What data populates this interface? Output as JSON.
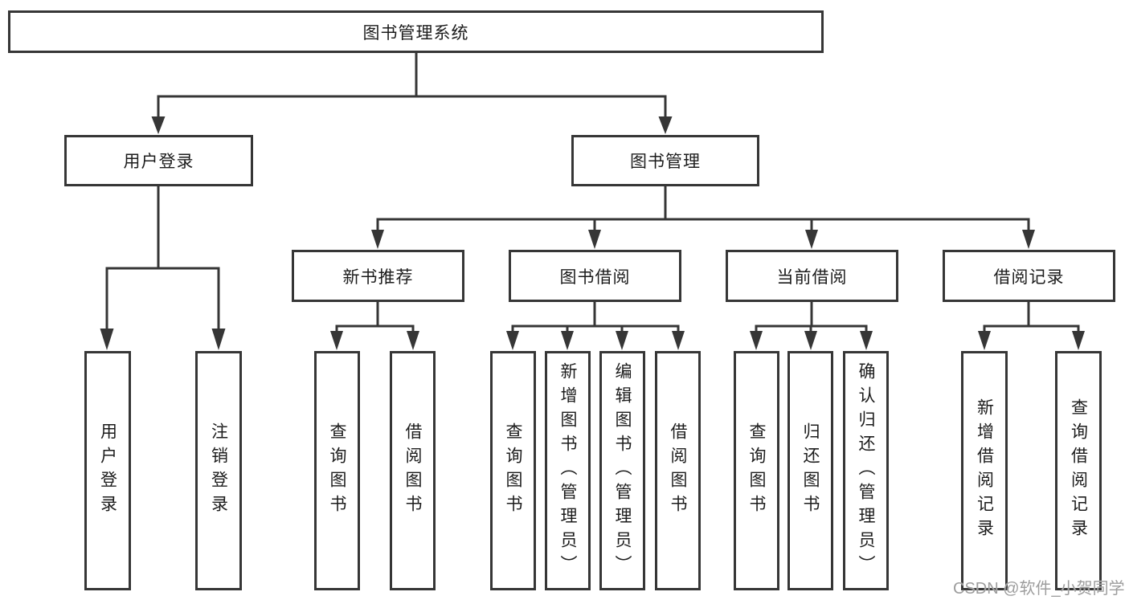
{
  "tree": {
    "root": "图书管理系统",
    "branches": [
      {
        "label": "用户登录",
        "leaves": [
          "用户登录",
          "注销登录"
        ]
      },
      {
        "label": "图书管理",
        "groups": [
          {
            "label": "新书推荐",
            "leaves": [
              "查询图书",
              "借阅图书"
            ]
          },
          {
            "label": "图书借阅",
            "leaves": [
              "查询图书",
              "新增图书（管理员）",
              "编辑图书（管理员）",
              "借阅图书"
            ]
          },
          {
            "label": "当前借阅",
            "leaves": [
              "查询图书",
              "归还图书",
              "确认归还（管理员）"
            ]
          },
          {
            "label": "借阅记录",
            "leaves": [
              "新增借阅记录",
              "查询借阅记录"
            ]
          }
        ]
      }
    ]
  },
  "watermark": "CSDN @软件_小贺同学",
  "colors": {
    "line": "#363636",
    "box_border": "#363636",
    "text": "#1c1c1c",
    "watermark": "#9d9d9d",
    "background": "#ffffff"
  }
}
